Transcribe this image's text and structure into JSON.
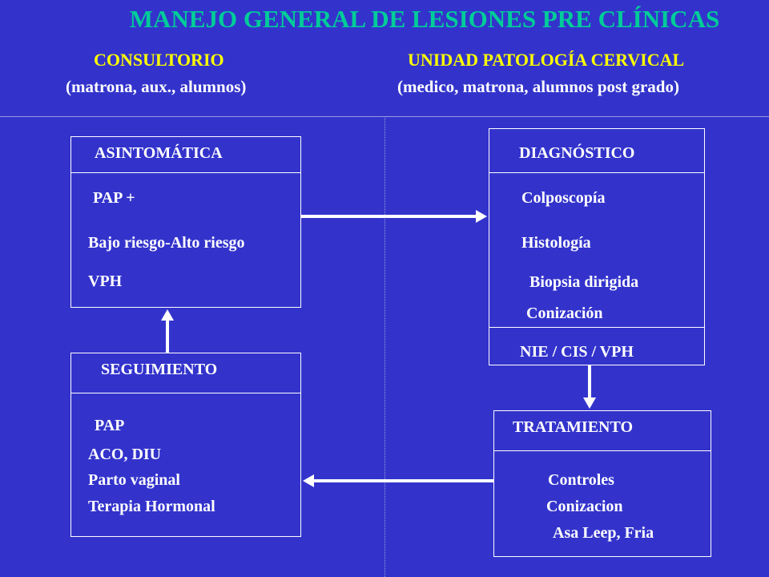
{
  "title": "MANEJO  GENERAL  DE LESIONES  PRE CLÍNICAS",
  "left_header": "CONSULTORIO",
  "left_sub": "(matrona, aux., alumnos)",
  "right_header": "UNIDAD PATOLOGÍA CERVICAL",
  "right_sub": "(medico, matrona, alumnos post grado)",
  "asintomatica": {
    "title": "ASINTOMÁTICA",
    "items": [
      "PAP +",
      "Bajo riesgo-Alto riesgo",
      "VPH"
    ]
  },
  "diagnostico": {
    "title": "DIAGNÓSTICO",
    "items": [
      "Colposcopía",
      "Histología",
      "Biopsia dirigida",
      "Conización"
    ],
    "result": "NIE / CIS / VPH"
  },
  "seguimiento": {
    "title": "SEGUIMIENTO",
    "items": [
      "PAP",
      "ACO, DIU",
      "Parto vaginal",
      "Terapia Hormonal"
    ]
  },
  "tratamiento": {
    "title": "TRATAMIENTO",
    "items": [
      "Controles",
      "Conizacion",
      "Asa Leep, Fria"
    ]
  },
  "colors": {
    "background": "#3333cc",
    "title": "#00cc99",
    "header": "#ffff00",
    "text": "#ffffff"
  }
}
